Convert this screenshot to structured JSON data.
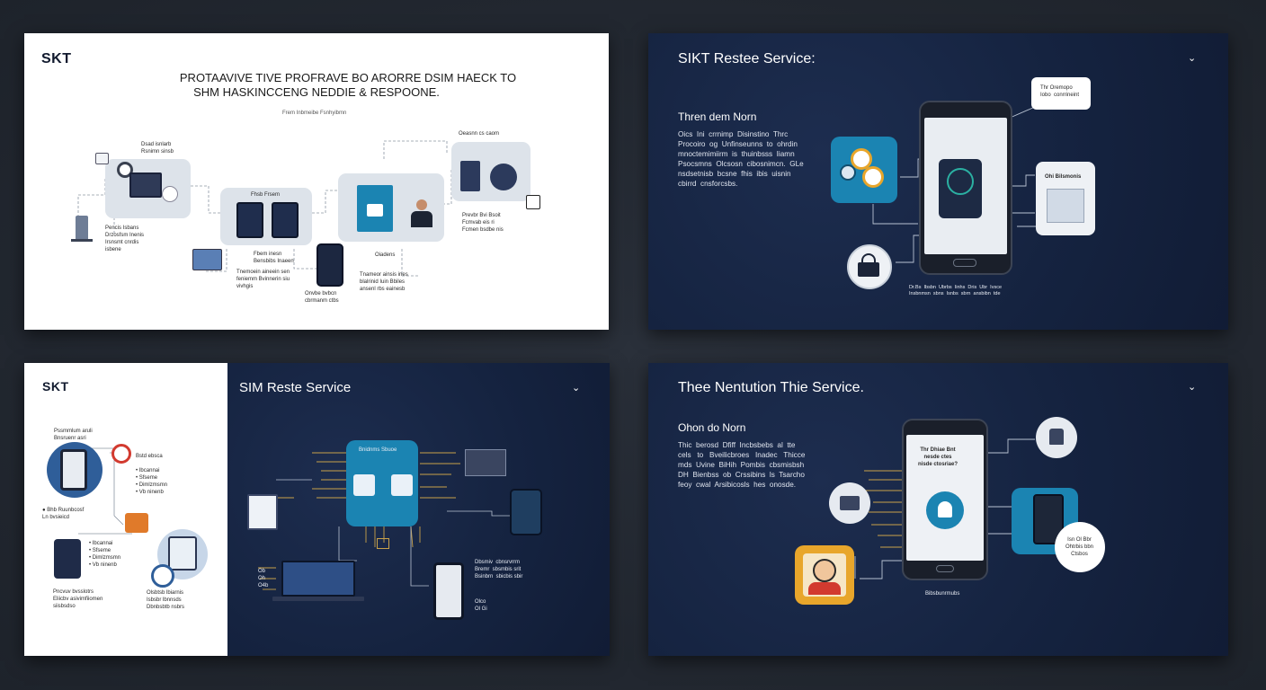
{
  "slides": {
    "s1": {
      "brand": "SKT",
      "title_line1": "PROTAAVIVE TIVE PROFRAVE BO ARORRE DSIM HAECK TO",
      "title_line2": "SHM HASKINCCENG NEDDIE & RESPOONE.",
      "subtitle": "Frem Inbmeibe Fsnhyibmn",
      "labels": {
        "top_left": "Dsad isnlarb\nRsnimn sinsb",
        "top_right": "Oeasnn cs caom",
        "left_block": "Pencis Isbans\nDrzosfsm Inenis\nIrsnsmt cnrdis\nisbene",
        "center_top": "Fhsb Frsem",
        "center_mid": "Fbem inesn\nBensbibs Inaeen",
        "center_low": "Tnemoein aineein sen\nfeniemm Bvinnerin siu\nvivhgis",
        "phone_caption": "Onvbe bvbcn\ncbrmanm ctbs",
        "right_mid": "Oiadens",
        "right_low": "Tnameor ainsis ines\nblalrinid Iuin Bbiles\nansenl rbs eainesb",
        "far_right": "Prevbr Bvi Bsoit\nFcmvab eis ri\nFcmen bsdbe nis"
      }
    },
    "s2": {
      "title": "SIKT Restee Service:",
      "heading": "Thren dem Norn",
      "body": "Oics  Ini  crrnimp  Disinstino  Thrc\nProcoiro  og  Unfinseunns  to  ohrdin\nmnoctemimiirm  is  thuinbsss  Iiamn\nPsocsmns  Olcsosn  cibosnimcn.  GLe\nnsdsetnisb  bcsne  fhis  ibis  uisnin\ncbirrd  cnsforcsbs.",
      "bubble": "Thr Oremopo\nIobo  conrrineint",
      "card_right_title": "Ohi Bilsmonis",
      "bottom_caption": "Dr.Bs  Ibsbn  Ubrbs  Iinhs  Dris  Ubr  Ivsce\nInsbnmsn  sbns  Isnbs  sbrn  ansbibn  tde"
    },
    "s3": {
      "brand": "SKT",
      "title": "SIM Reste Service",
      "left_labels": {
        "a": "Pssmmlum aruli\nBnsruenr asri",
        "b": "Bstd ebsca",
        "c": "• Ibcannai\n• Sfseme\n• Dimlzmsmn\n• Vb ninenb",
        "d": "● Bhb Ruunbcosf\nLn bvsieicd",
        "e": "Pncvuv bvsslotrs\nEliicbv asivimfiiomen\nsiisbsdso",
        "f": "Olsbtsb lbiarnis\nIsbsbr lbnnsds\nDbnbsbtb nsbrs"
      },
      "center_labels": {
        "top_card": "Bnidnms Sbuoe",
        "bottom_right": "Dbsmiv  cbnsrvrrm\nBremr  sbsmbis srit\nBsinbrn  sbicbis sbir",
        "bottom_small": "Olco\nOl Gi",
        "left_small": "Ob\nOh\nO4b"
      }
    },
    "s4": {
      "title": "Thee Nentution Thie Service.",
      "heading": "Ohon do Norn",
      "body": "Thic  berosd  Dfiff  Incbsbebs  al  tte\ncels   to   Bveilicbroes   Inadec   Thicce\nmds  Uvine  BiHih  Pombis  cbsmisbsh\nDH  Bienbss  ob  Crssibins  ls  Tsarcho\nfeoy  cwal  Arsibicosls  hes  onosde.",
      "phone_text": "Thr Dhiae Bnt\nnesde ctes\nnisde ctosriae?",
      "circle_right": "Isn Ol Bbr\nOhtrbis bbn\nCtsbos",
      "phone_caption": "Bibsbunrmubs"
    }
  },
  "colors": {
    "navy": "#152340",
    "teal": "#1b84b2",
    "orange": "#e07a2a",
    "gold": "#e8a62b",
    "red": "#d23a2f",
    "light_card": "#dde3ea"
  },
  "icons": [
    "chevron-down-icon",
    "phone-icon",
    "lock-icon",
    "user-icon",
    "sim-card-icon",
    "laptop-icon",
    "document-icon",
    "server-icon",
    "shield-icon"
  ]
}
